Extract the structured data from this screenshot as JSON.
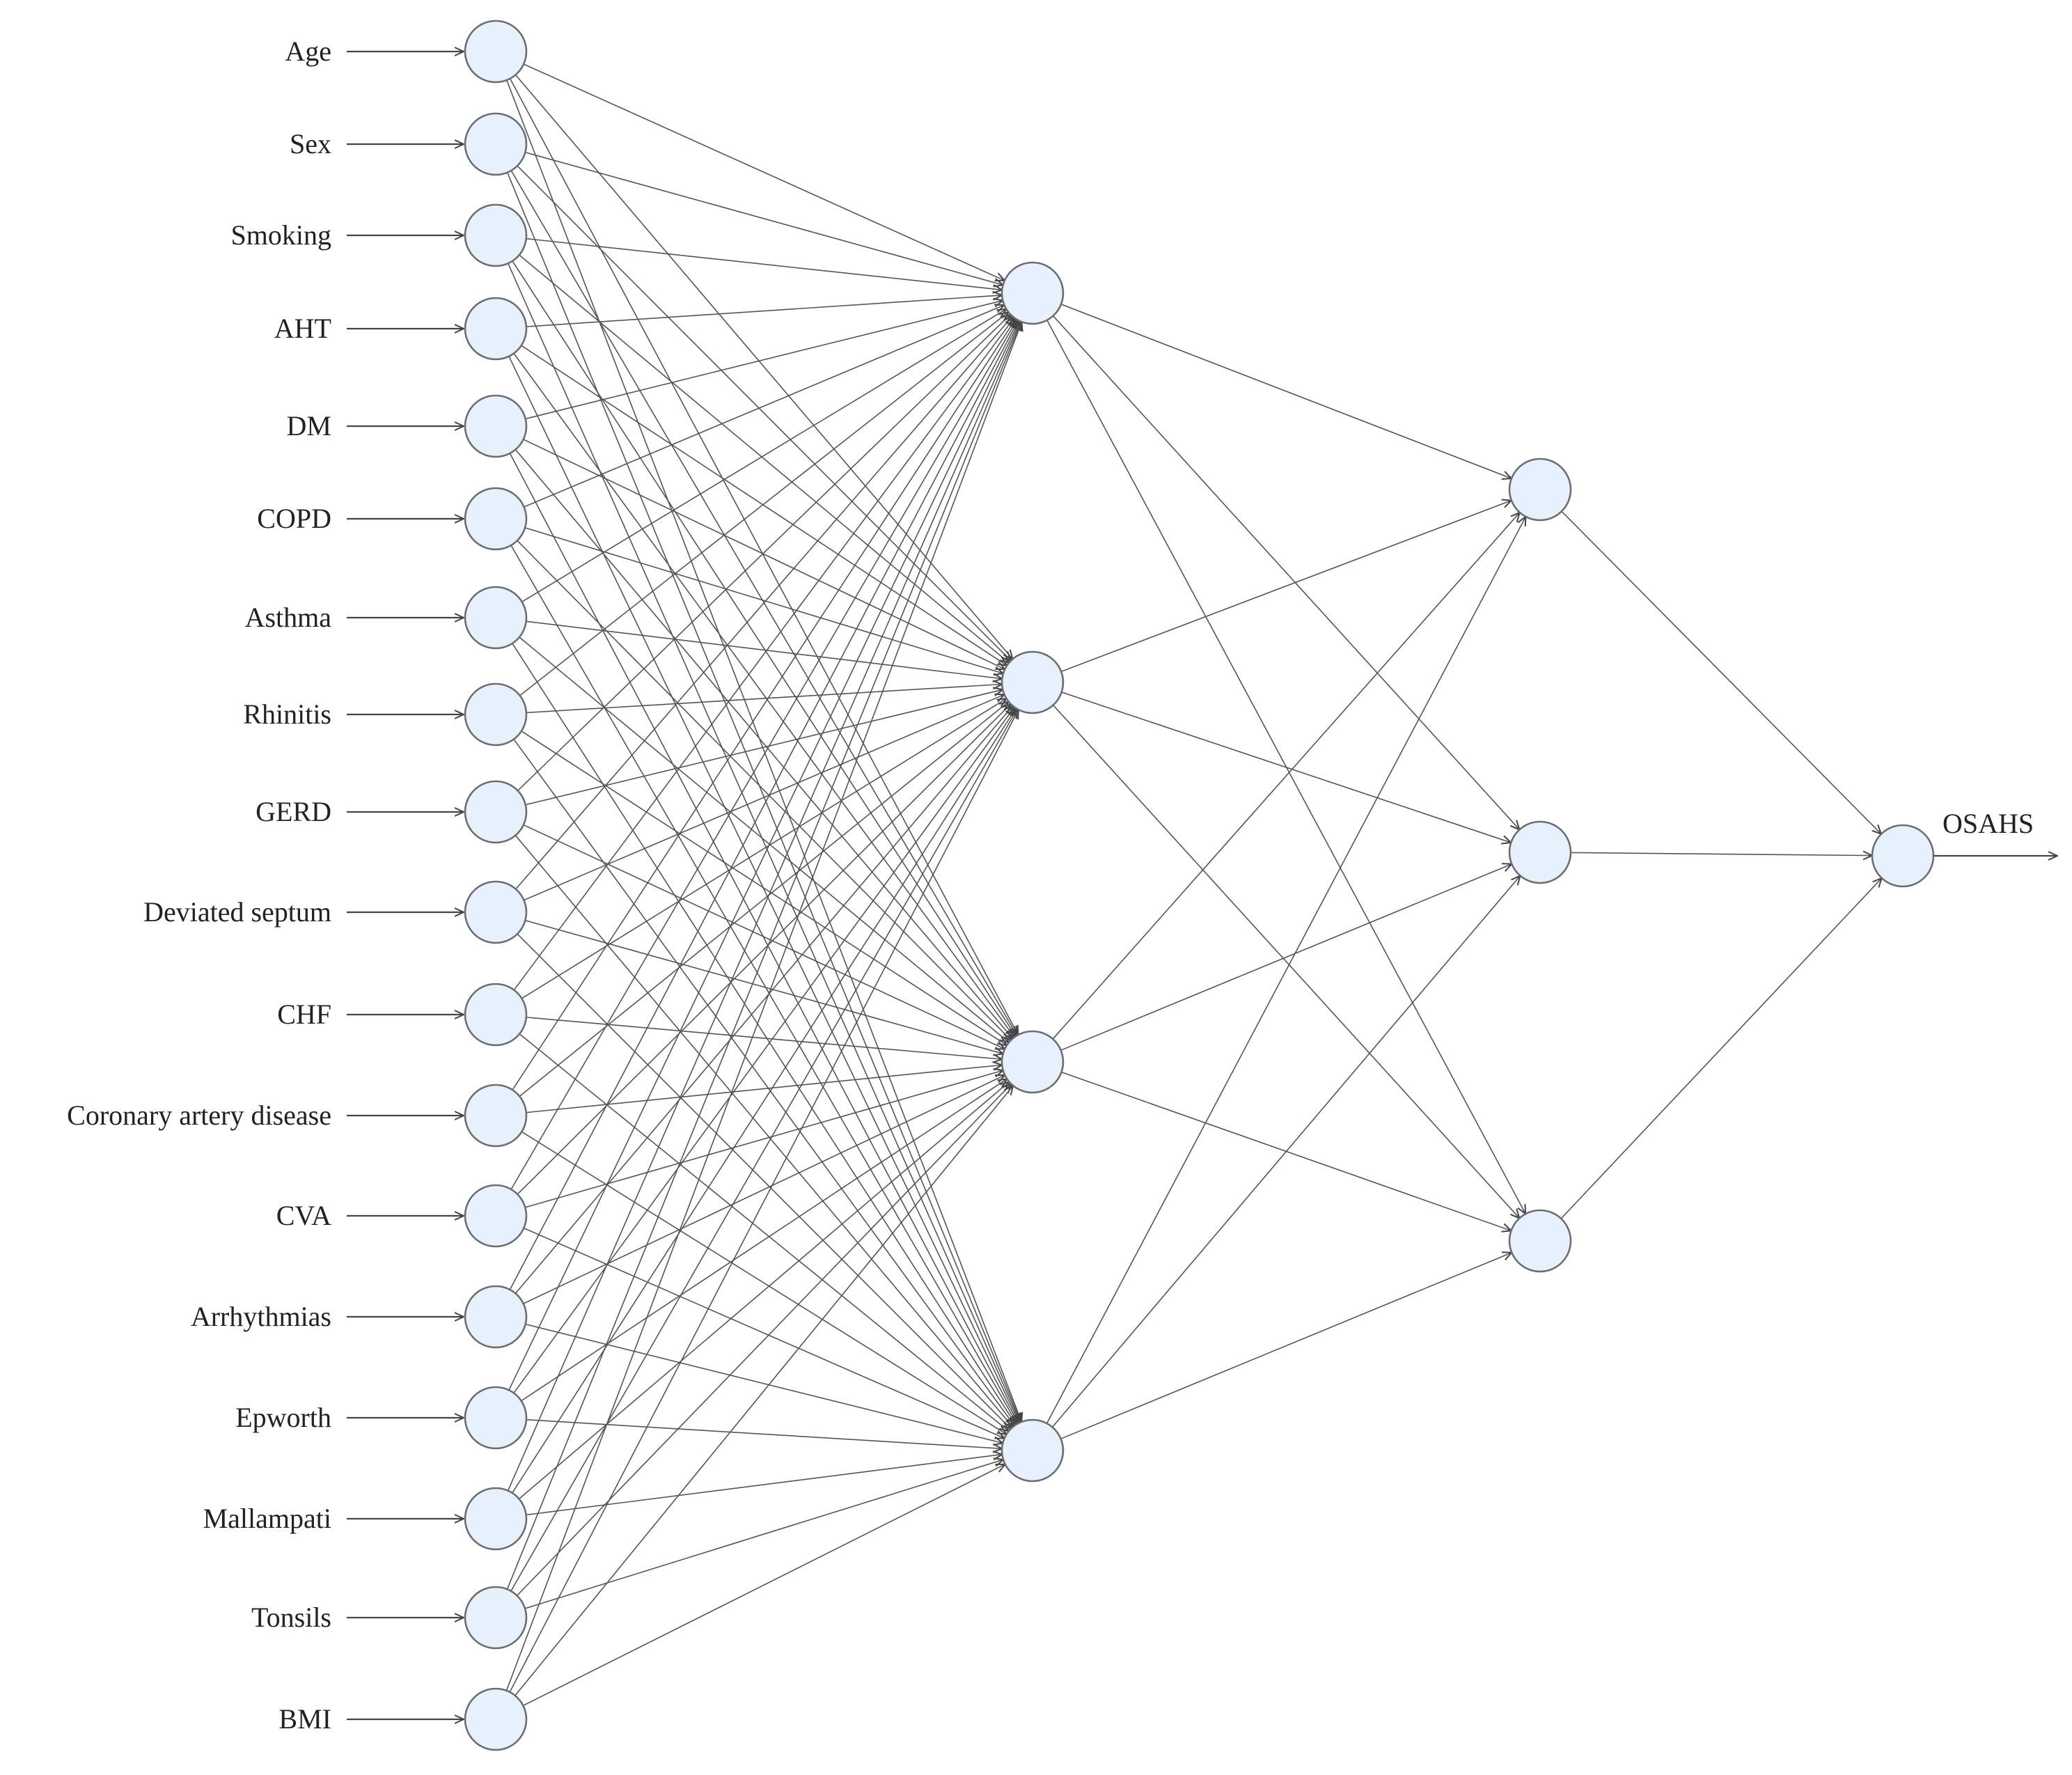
{
  "diagram": {
    "inputs": [
      "Age",
      "Sex",
      "Smoking",
      "AHT",
      "DM",
      "COPD",
      "Asthma",
      "Rhinitis",
      "GERD",
      "Deviated septum",
      "CHF",
      "Coronary artery disease",
      "CVA",
      "Arrhythmias",
      "Epworth",
      "Mallampati",
      "Tonsils",
      "BMI"
    ],
    "hidden_layer_1_size": 4,
    "hidden_layer_2_size": 3,
    "output": "OSAHS",
    "colors": {
      "node_fill": "#e6f1fd",
      "node_stroke": "#6d6d6d",
      "edge": "#555555"
    }
  }
}
